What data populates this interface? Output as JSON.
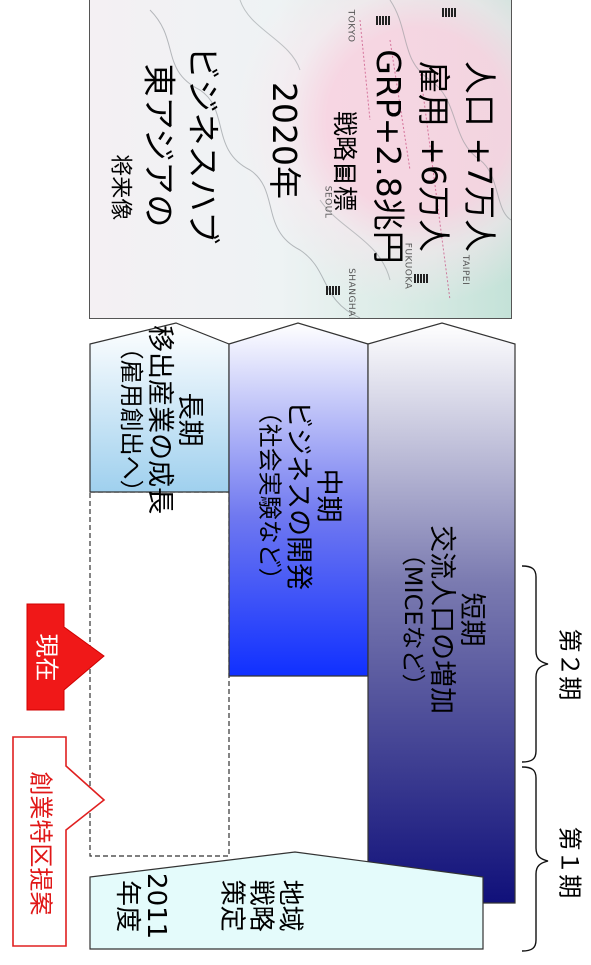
{
  "vision": {
    "heading_line1": "将来像",
    "heading_line2": "東アジアの",
    "heading_line3": "ビジネスハブ",
    "year": "2020年",
    "target_heading": "戦略目標",
    "target_grp": "GRP+2.8兆円",
    "target_employment": "雇用 +6万人",
    "target_population": "人口 +7万人",
    "map_labels": {
      "tokyo": "TOKYO",
      "seoul": "SEOUL",
      "fukuoka": "FUKUOKA",
      "shanghai": "SHANGHAI",
      "taipei": "TAIPEI"
    }
  },
  "phases": {
    "long_term": {
      "title": "長期",
      "desc": "移出産業の成長",
      "note": "（雇用創出へ）"
    },
    "mid_term": {
      "title": "中期",
      "desc": "ビジネスの開発",
      "note": "（社会実験など）"
    },
    "short_term": {
      "title": "短期",
      "desc": "交流人口の増加",
      "note": "（MICEなど）"
    }
  },
  "start_2011": {
    "year": "2011",
    "suffix": "年度",
    "line1": "地域",
    "line2": "戦略",
    "line3": "策定"
  },
  "callouts": {
    "proposal": "創業特区提案",
    "current": "現在"
  },
  "periods": {
    "period1": "第１期",
    "period2": "第２期"
  }
}
